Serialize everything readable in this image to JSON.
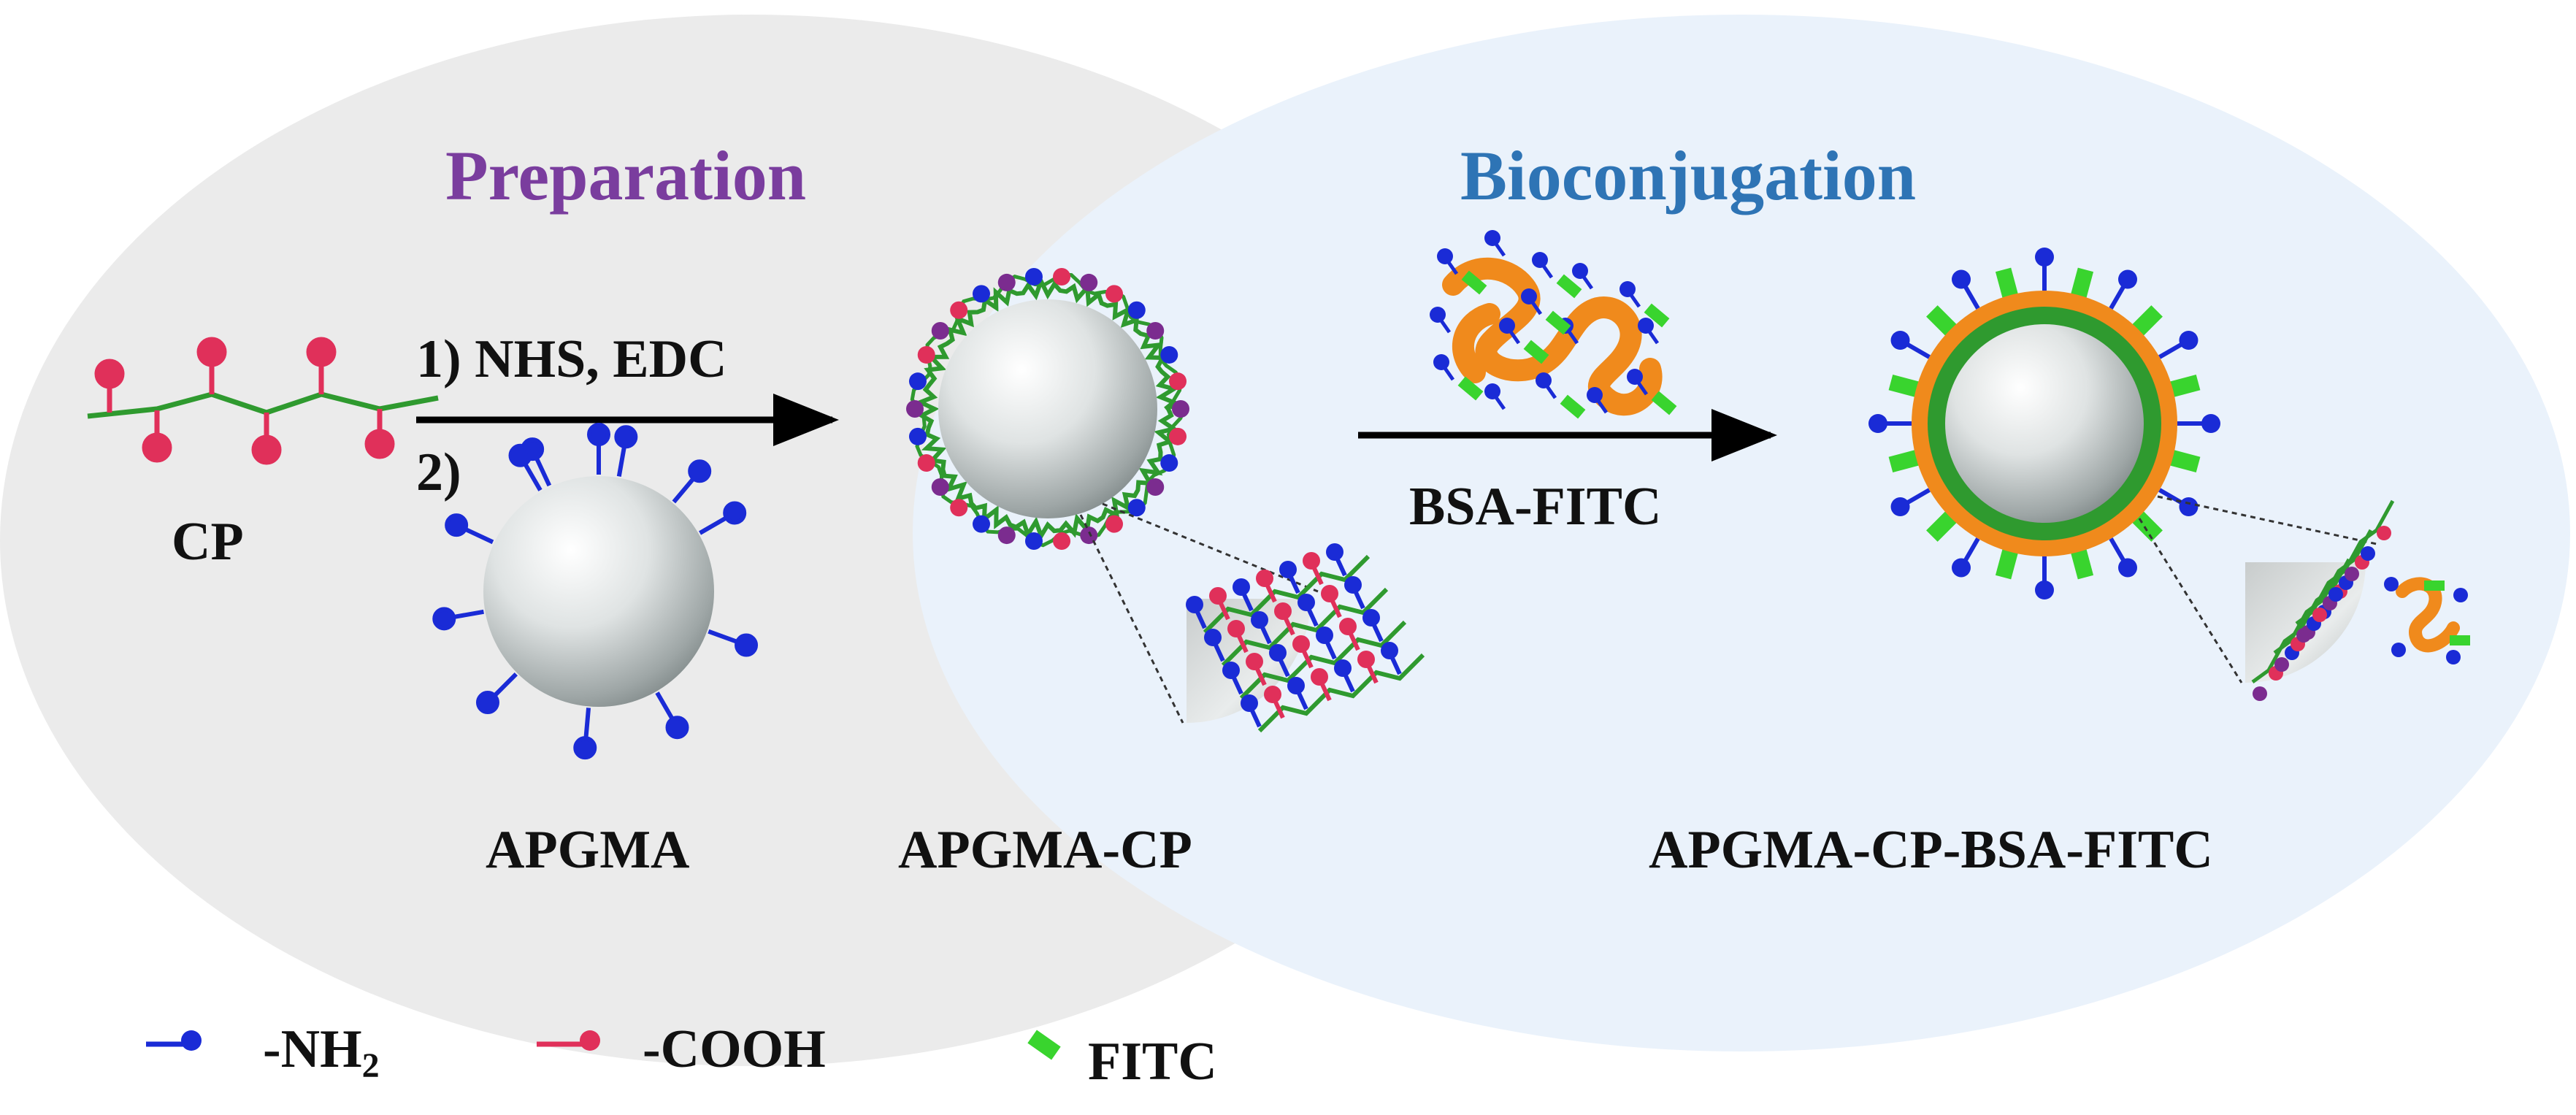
{
  "titles": {
    "preparation": "Preparation",
    "bioconjugation": "Bioconjugation"
  },
  "labels": {
    "cp": "CP",
    "step1": "1) NHS, EDC",
    "step2": "2)",
    "apgma": "APGMA",
    "apgma_cp": "APGMA-CP",
    "bsa_fitc": "BSA-FITC",
    "apgma_cp_bsa_fitc": "APGMA-CP-BSA-FITC"
  },
  "legend": {
    "nh2_prefix": "-NH",
    "nh2_subscript": "2",
    "cooh": "-COOH",
    "fitc": "FITC"
  },
  "colors": {
    "preparation_title": "#7a3d9e",
    "bioconjugation_title": "#2e74b5",
    "nh2": "#1a2bd6",
    "cooh": "#e0305a",
    "polymer_chain": "#2f9a2f",
    "fitc": "#39d42e",
    "bsa": "#f08a1c",
    "preparation_region": "#ebebeb",
    "bioconjugation_region": "#eaf2fb"
  },
  "icons": [
    "nh2-group-icon",
    "cooh-group-icon",
    "fitc-marker-icon",
    "arrow-icon"
  ]
}
